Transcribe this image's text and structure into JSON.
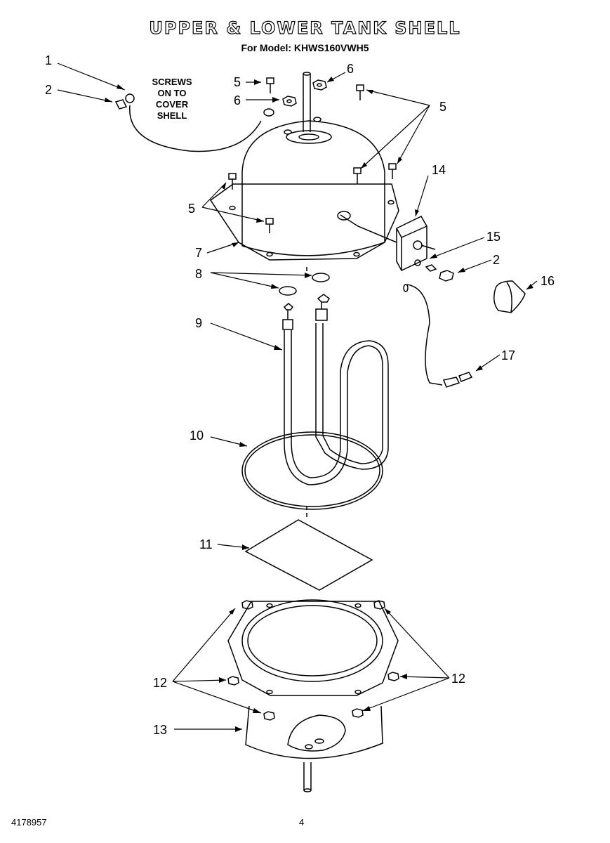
{
  "header": {
    "title": "UPPER & LOWER TANK SHELL",
    "model": "For Model: KHWS160VWH5"
  },
  "note": {
    "lines": [
      "SCREWS",
      "ON TO",
      "COVER",
      "SHELL"
    ]
  },
  "callouts": {
    "c1": "1",
    "c2a": "2",
    "c2b": "2",
    "c5a": "5",
    "c5b": "5",
    "c5c": "5",
    "c6a": "6",
    "c6b": "6",
    "c7": "7",
    "c8": "8",
    "c9": "9",
    "c10": "10",
    "c11": "11",
    "c12a": "12",
    "c12b": "12",
    "c13": "13",
    "c14": "14",
    "c15": "15",
    "c16": "16",
    "c17": "17"
  },
  "footer": {
    "part_number": "4178957",
    "page": "4"
  }
}
